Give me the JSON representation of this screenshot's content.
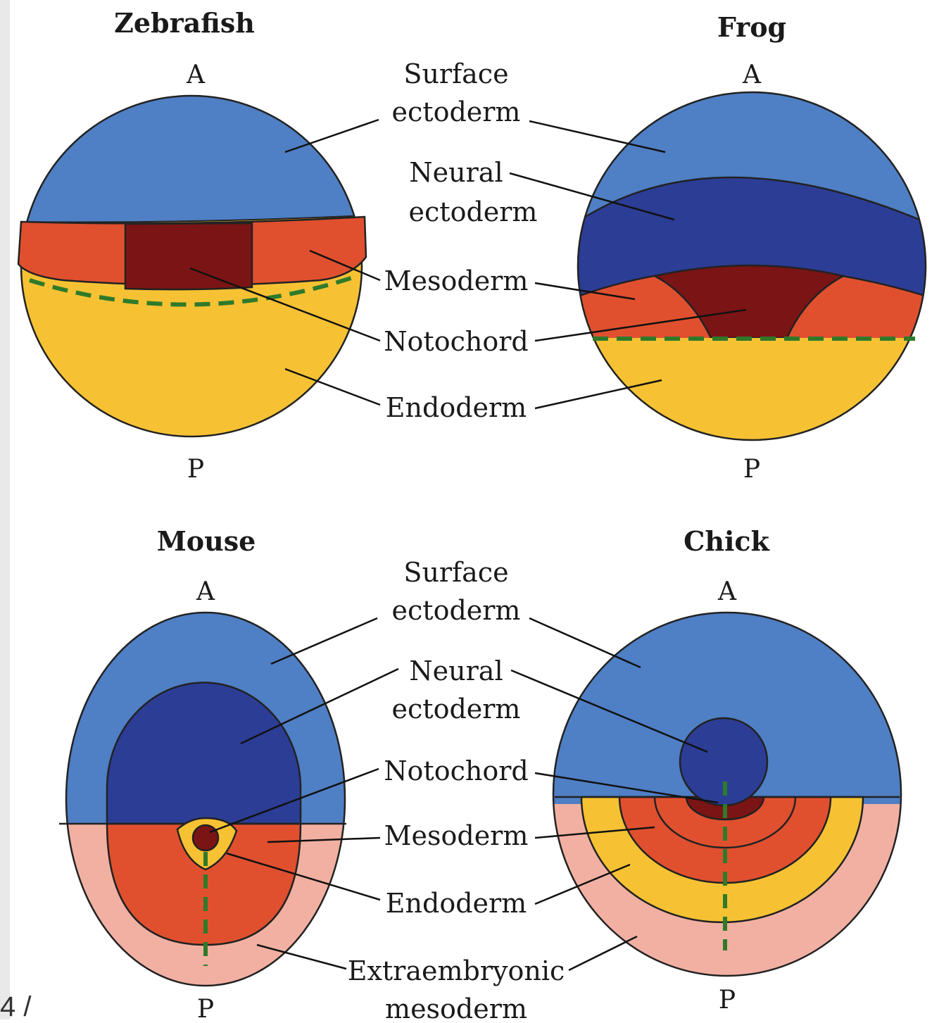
{
  "panels": {
    "zebrafish": {
      "title": "Zebrafish",
      "anterior": "A",
      "posterior": "P"
    },
    "frog": {
      "title": "Frog",
      "anterior": "A",
      "posterior": "P"
    },
    "mouse": {
      "title": "Mouse",
      "anterior": "A",
      "posterior": "P"
    },
    "chick": {
      "title": "Chick",
      "anterior": "A",
      "posterior": "P"
    }
  },
  "top_labels": {
    "surface_line1": "Surface",
    "surface_line2": "ectoderm",
    "neural_line1": "Neural",
    "neural_line2": "ectoderm",
    "mesoderm": "Mesoderm",
    "notochord": "Notochord",
    "endoderm": "Endoderm"
  },
  "bottom_labels": {
    "surface_line1": "Surface",
    "surface_line2": "ectoderm",
    "neural_line1": "Neural",
    "neural_line2": "ectoderm",
    "notochord": "Notochord",
    "mesoderm": "Mesoderm",
    "endoderm": "Endoderm",
    "extra_line1": "Extraembryonic",
    "extra_line2": "mesoderm"
  },
  "corner_mark": "4 /",
  "colors": {
    "surface_ectoderm": "#4f7fc4",
    "neural_ectoderm": "#2c3d96",
    "mesoderm": "#e0502f",
    "notochord": "#7b1414",
    "endoderm": "#f6c233",
    "extraembryonic_mesoderm": "#f2b0a2",
    "dashed_line": "#2f7a2a"
  }
}
